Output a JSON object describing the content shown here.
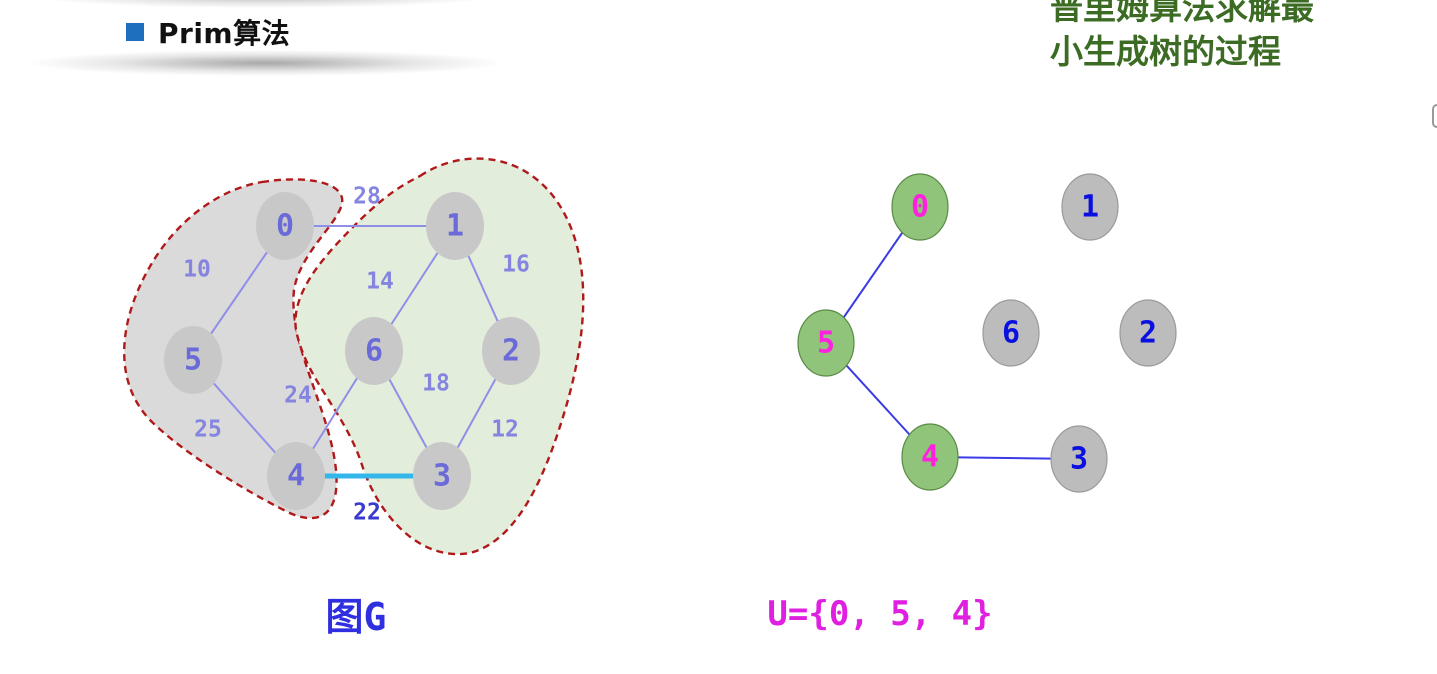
{
  "section": {
    "bullet": "■",
    "title": "Prim算法"
  },
  "caption_title": [
    "普里姆算法求解最",
    "小生成树的过程"
  ],
  "graph_g": {
    "caption": "图G",
    "nodes": [
      "0",
      "1",
      "2",
      "3",
      "4",
      "5",
      "6"
    ],
    "edges": [
      {
        "from": "0",
        "to": "1",
        "weight": "28"
      },
      {
        "from": "0",
        "to": "5",
        "weight": "10"
      },
      {
        "from": "1",
        "to": "6",
        "weight": "14"
      },
      {
        "from": "1",
        "to": "2",
        "weight": "16"
      },
      {
        "from": "5",
        "to": "4",
        "weight": "25"
      },
      {
        "from": "4",
        "to": "6",
        "weight": "24"
      },
      {
        "from": "6",
        "to": "3",
        "weight": "18"
      },
      {
        "from": "2",
        "to": "3",
        "weight": "12"
      },
      {
        "from": "4",
        "to": "3",
        "weight": "22",
        "highlight": true
      }
    ],
    "colors": {
      "node_fill": "#c8c8c8",
      "node_text": "#6a6ad8",
      "edge_line": "#8f8fe8",
      "edge_label": "#8585e0",
      "highlight_edge": "#33b7ea",
      "highlight_label": "#3a3ad0",
      "region_u_fill": "#dadada",
      "region_v_fill": "#e3eddc",
      "region_border": "#b0191a"
    }
  },
  "mst_progress": {
    "caption": "U={0, 5, 4}",
    "selected_nodes": [
      "0",
      "5",
      "4"
    ],
    "unselected_nodes": [
      "1",
      "6",
      "2",
      "3"
    ],
    "tree_edges": [
      {
        "from": "0",
        "to": "5"
      },
      {
        "from": "5",
        "to": "4"
      },
      {
        "from": "4",
        "to": "3"
      }
    ],
    "colors": {
      "selected_fill": "#8fc47a",
      "selected_text": "#ff20e0",
      "unselected_fill": "#bcbcbc",
      "unselected_text": "#0a10e0",
      "edge_line": "#3a3ae6",
      "caption": "#e020e0"
    }
  }
}
